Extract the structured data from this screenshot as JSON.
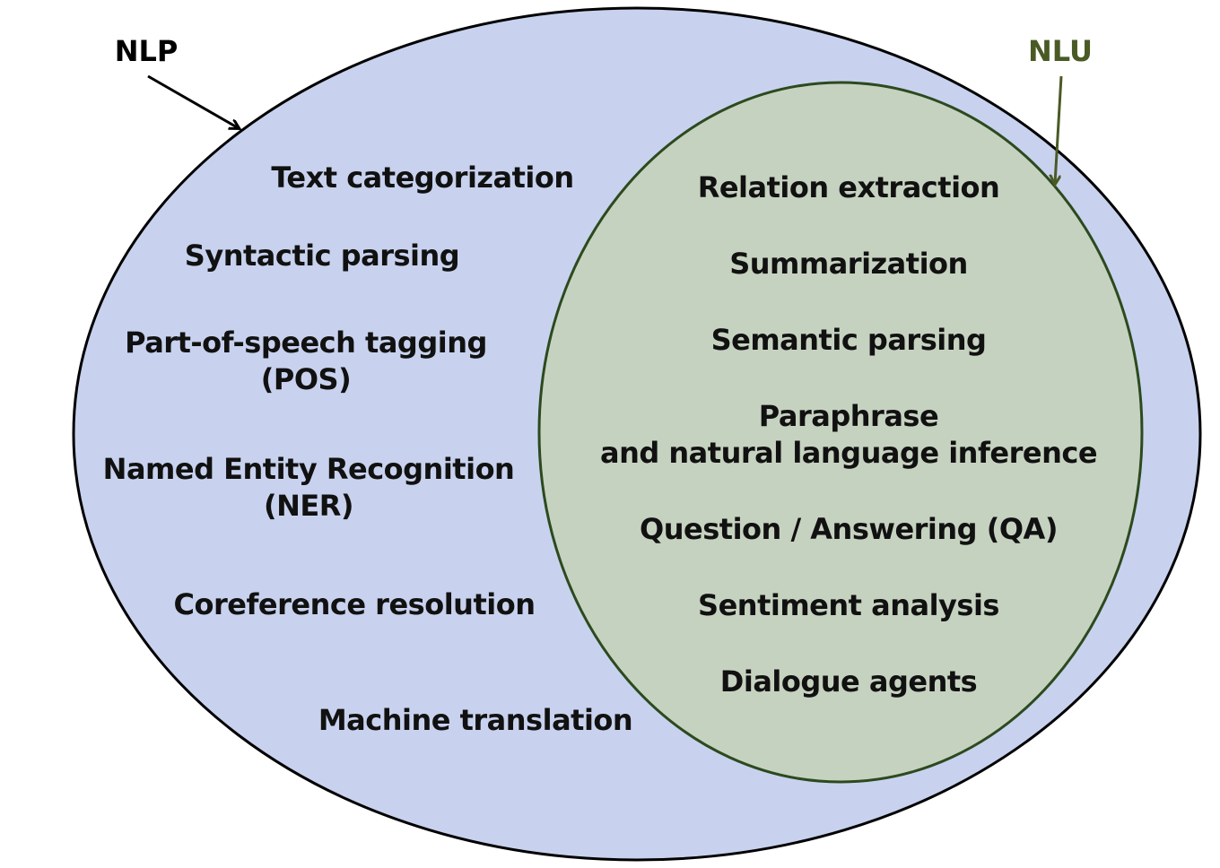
{
  "nlp": {
    "label": "NLP",
    "fill": "#c8d2ee",
    "stroke": "#000000",
    "tasks": [
      [
        "Text categorization"
      ],
      [
        "Syntactic parsing"
      ],
      [
        "Part-of-speech tagging",
        "(POS)"
      ],
      [
        "Named Entity Recognition",
        "(NER)"
      ],
      [
        "Coreference resolution"
      ],
      [
        "Machine translation"
      ]
    ]
  },
  "nlu": {
    "label": "NLU",
    "fill": "#c6d2c0",
    "stroke": "#2c4a1e",
    "label_color": "#4a5a25",
    "tasks": [
      [
        "Relation extraction"
      ],
      [
        "Summarization"
      ],
      [
        "Semantic parsing"
      ],
      [
        "Paraphrase",
        "and natural language inference"
      ],
      [
        "Question / Answering (QA)"
      ],
      [
        "Sentiment analysis"
      ],
      [
        "Dialogue agents"
      ]
    ]
  }
}
